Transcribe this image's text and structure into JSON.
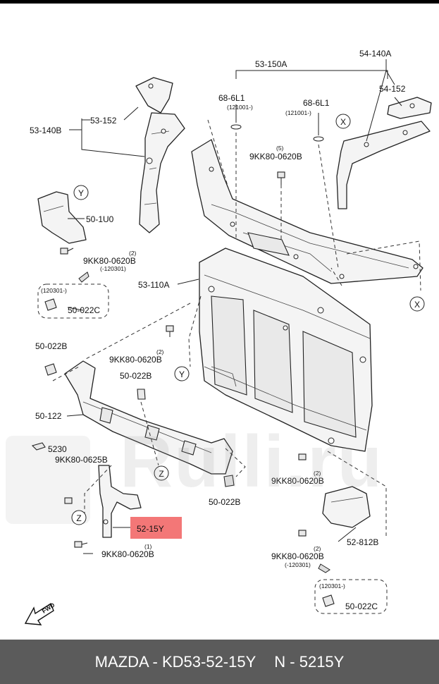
{
  "callouts": {
    "c53_150a": "53-150A",
    "c54_140a": "54-140A",
    "c68_6l1_left": "68-6L1",
    "c68_6l1_left_note": "(121001-)",
    "c68_6l1_right": "68-6L1",
    "c68_6l1_right_note": "(121001-)",
    "c53_152_left": "53-152",
    "c53_152_right": "54-152",
    "c53_140b": "53-140B",
    "c9kk_a_qty": "(5)",
    "c9kk_a": "9KK80-0620B",
    "c50_1u0": "50-1U0",
    "c9kk_b_qty": "(2)",
    "c9kk_b": "9KK80-0620B",
    "c9kk_b_note": "(-120301)",
    "c120301_left": "(120301-)",
    "c50_022c_left": "50-022C",
    "c53_110a": "53-110A",
    "c50_022b_left": "50-022B",
    "c9kk_c_qty": "(2)",
    "c9kk_c": "9KK80-0620B",
    "c50_022b_mid": "50-022B",
    "c50_122": "50-122",
    "c5230": "5230",
    "c9kk80_0625b": "9KK80-0625B",
    "c9kk_d_qty": "(2)",
    "c9kk_d": "9KK80-0620B",
    "c50_022b_bottom": "50-022B",
    "c52_15y": "52-15Y",
    "c9kk_e_qty": "(1)",
    "c9kk_e": "9KK80-0620B",
    "c52_812b": "52-812B",
    "c9kk_f_qty": "(2)",
    "c9kk_f": "9KK80-0620B",
    "c9kk_f_note": "(-120301)",
    "c120301_right": "(120301-)",
    "c50_022c_right": "50-022C"
  },
  "markers": {
    "x_top": "X",
    "x_right": "X",
    "y_top": "Y",
    "y_mid": "Y",
    "z_mid": "Z",
    "z_left": "Z"
  },
  "fwd_label": "FWD",
  "watermark": "Rulli.ru",
  "footer": {
    "part_label": "MAZDA - KD53-52-15Y",
    "ref_label": "N - 5215Y"
  },
  "colors": {
    "highlight": "#f37777",
    "footer_bg": "#5b5b5b"
  }
}
